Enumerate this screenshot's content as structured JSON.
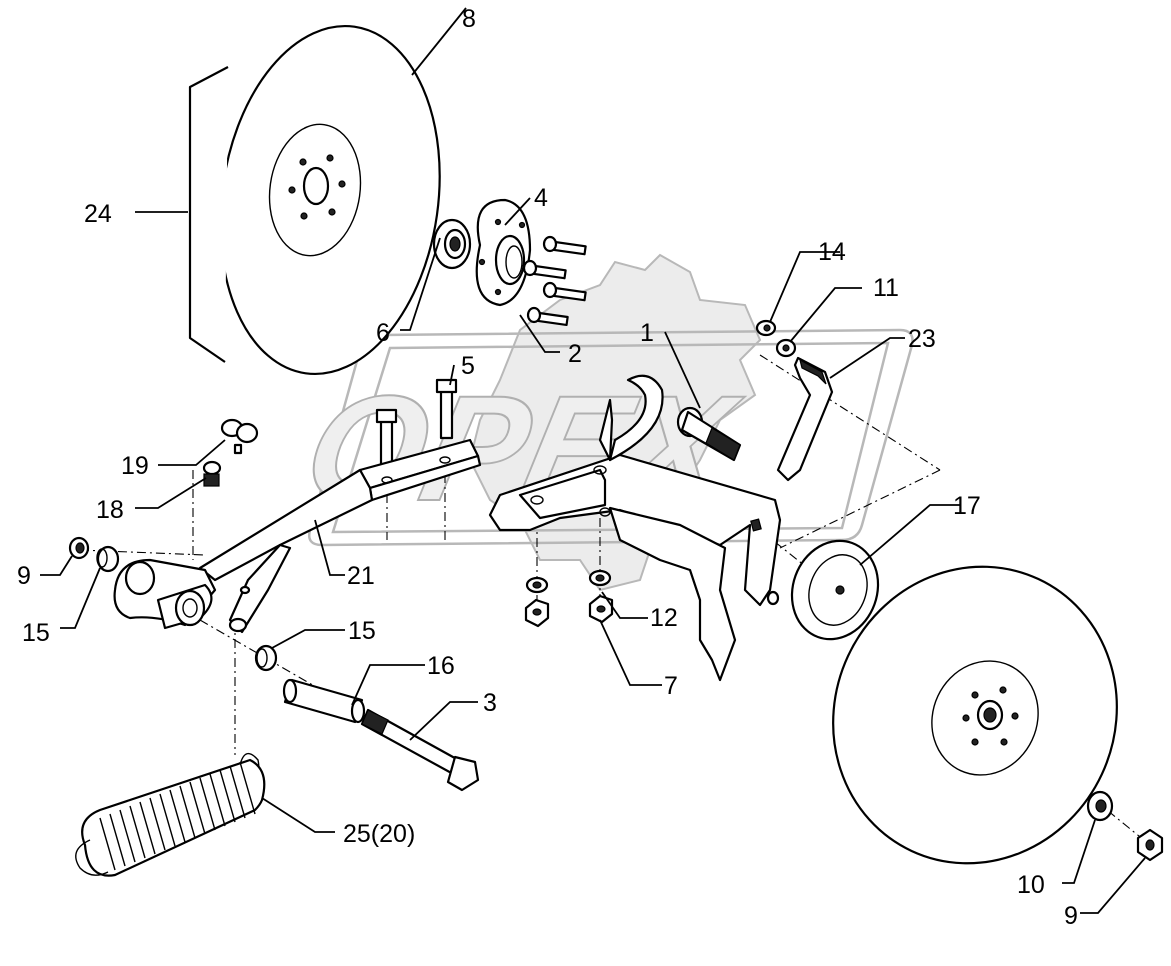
{
  "watermark": {
    "text": "OPEX"
  },
  "callouts": {
    "c1": "1",
    "c2": "2",
    "c3": "3",
    "c4": "4",
    "c5": "5",
    "c6": "6",
    "c7": "7",
    "c8": "8",
    "c9a": "9",
    "c9b": "9",
    "c10": "10",
    "c11": "11",
    "c12": "12",
    "c14": "14",
    "c15a": "15",
    "c15b": "15",
    "c16": "16",
    "c17": "17",
    "c18": "18",
    "c19": "19",
    "c21": "21",
    "c23": "23",
    "c24": "24",
    "c25": "25(20)"
  }
}
